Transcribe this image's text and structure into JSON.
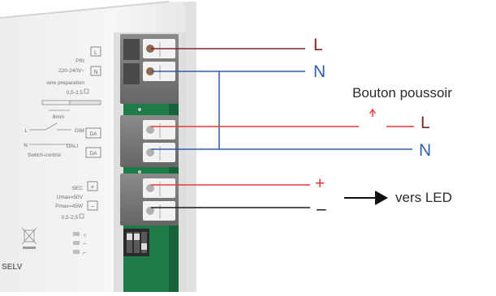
{
  "device": {
    "pri_label": "PRI",
    "voltage_label": "220-240V~",
    "l_marker": "L",
    "n_marker": "N",
    "wire_prep_label": "wire preparation",
    "wire_gauge_label": "0,5-2,5",
    "strip_length_label": "8mm",
    "dim_label": "DIM",
    "dali_label": "DALI",
    "switch_control_label": "Switch-control",
    "da_marker": "DA",
    "l_small": "L",
    "n_small": "N",
    "sec_label": "SEC",
    "umax_label": "Umax=50V",
    "pmax_label": "Pmax=45W",
    "sec_gauge_label": "0,5-2,5",
    "plus_marker": "+",
    "minus_marker": "−",
    "selv_label": "SELV",
    "dip_sym_1": "∩",
    "dip_sym_2": "~",
    "dip_sym_3": "⌐"
  },
  "wiring": {
    "live_label": "L",
    "neutral_label": "N",
    "push_button_label": "Bouton poussoir",
    "switch_live_label": "L",
    "switch_neutral_label": "N",
    "plus_label": "+",
    "minus_label": "–",
    "led_label": "vers LED"
  },
  "colors": {
    "live": "#7d2a22",
    "neutral": "#2f5fa8",
    "switch_live": "#e43c36",
    "positive": "#e43c36",
    "negative": "#1a1a1a",
    "text_dark": "#2b2b2b"
  }
}
